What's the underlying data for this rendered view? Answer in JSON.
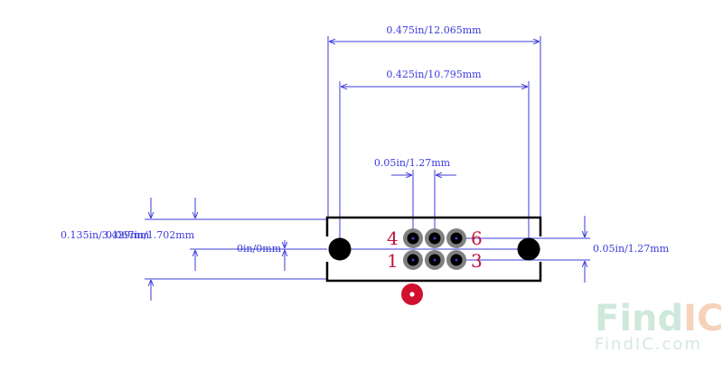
{
  "dimensions": {
    "overall_width": "0.475in/12.065mm",
    "hole_spacing": "0.425in/10.795mm",
    "pin_pitch": "0.05in/1.27mm",
    "left_labels_overlap": "0.135in/3.429mm",
    "left_labels_overlap_b": "0.067in/1.702mm",
    "origin": "0in/0mm",
    "row_pitch": "0.05in/1.27mm"
  },
  "pins": {
    "top_left": "4",
    "top_right": "6",
    "bottom_left": "1",
    "bottom_right": "3"
  },
  "watermark": {
    "brand": "FindIC",
    "url": "FindIC.com"
  },
  "colors": {
    "dimension": "#3b3bdc",
    "outline": "#000000",
    "pad": "#808080",
    "drill": "#000000",
    "pin_label": "#c0143c",
    "marker": "#d0102e",
    "watermark_find": "#cfe8dc",
    "watermark_ic": "#f5d2b8"
  }
}
